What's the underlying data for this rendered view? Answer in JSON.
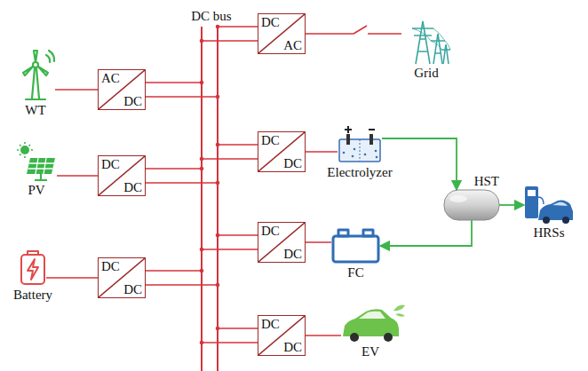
{
  "diagram": {
    "nodes": [
      {
        "text": [
          "DC bus"
        ]
      },
      {
        "text": [
          "WT"
        ]
      },
      {
        "text": [
          "AC",
          "DC"
        ]
      },
      {
        "text": [
          "PV"
        ]
      },
      {
        "text": [
          "DC",
          "DC"
        ]
      },
      {
        "text": [
          "Battery"
        ]
      },
      {
        "text": [
          "DC",
          "DC"
        ]
      },
      {
        "text": [
          "DC",
          "AC"
        ]
      },
      {
        "text": [
          "Grid"
        ]
      },
      {
        "text": [
          "DC",
          "DC"
        ]
      },
      {
        "text": [
          "Electrolyzer"
        ]
      },
      {
        "text": [
          "HST"
        ]
      },
      {
        "text": [
          "HRSs"
        ]
      },
      {
        "text": [
          "DC",
          "DC"
        ]
      },
      {
        "text": [
          "FC"
        ]
      },
      {
        "text": [
          "DC",
          "DC"
        ]
      },
      {
        "text": [
          "EV"
        ]
      }
    ],
    "edges": [
      {
        "from": 1,
        "to": 2,
        "arrow": "none"
      },
      {
        "from": 2,
        "to": 0,
        "arrow": "none"
      },
      {
        "from": 3,
        "to": 4,
        "arrow": "none"
      },
      {
        "from": 4,
        "to": 0,
        "arrow": "none"
      },
      {
        "from": 5,
        "to": 6,
        "arrow": "none"
      },
      {
        "from": 6,
        "to": 0,
        "arrow": "none"
      },
      {
        "from": 7,
        "to": 0,
        "arrow": "none"
      },
      {
        "from": 7,
        "to": 8,
        "arrow": "none"
      },
      {
        "from": 9,
        "to": 0,
        "arrow": "none"
      },
      {
        "from": 9,
        "to": 10,
        "arrow": "none"
      },
      {
        "from": 10,
        "to": 11,
        "arrow": "to"
      },
      {
        "from": 11,
        "to": 12,
        "arrow": "to"
      },
      {
        "from": 11,
        "to": 14,
        "arrow": "to"
      },
      {
        "from": 13,
        "to": 0,
        "arrow": "none"
      },
      {
        "from": 13,
        "to": 14,
        "arrow": "none"
      },
      {
        "from": 15,
        "to": 0,
        "arrow": "none"
      },
      {
        "from": 15,
        "to": 16,
        "arrow": "none"
      }
    ]
  }
}
